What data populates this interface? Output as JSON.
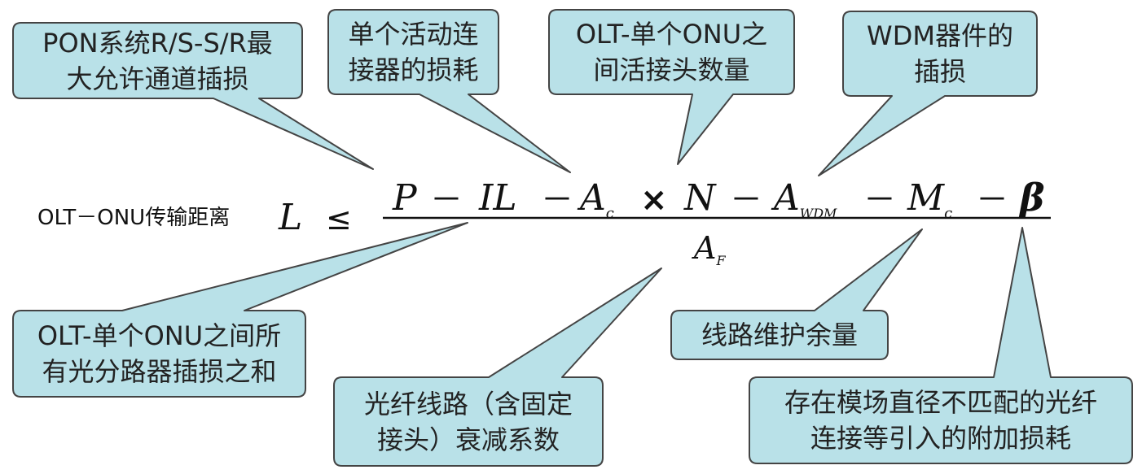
{
  "callouts": {
    "pon_loss": {
      "line1": "PON系统R/S-S/R最",
      "line2": "大允许通道插损"
    },
    "connector_loss": {
      "line1": "单个活动连",
      "line2": "接器的损耗"
    },
    "joint_count": {
      "line1": "OLT-单个ONU之",
      "line2": "间活接头数量"
    },
    "wdm_loss": {
      "line1": "WDM器件的",
      "line2": "插损"
    },
    "splitter_loss": {
      "line1": "OLT-单个ONU之间所",
      "line2": "有光分路器插损之和"
    },
    "fiber_atten": {
      "line1": "光纤线路（含固定",
      "line2": "接头）衰减系数"
    },
    "margin": {
      "line1": "线路维护余量"
    },
    "extra_loss": {
      "line1": "存在模场直径不匹配的光纤",
      "line2": "连接等引入的附加损耗"
    }
  },
  "formula": {
    "lhs_label": "OLT－ONU传输距离",
    "L": "L",
    "le": "≤",
    "P": "P",
    "IL": "IL",
    "A": "A",
    "c": "c",
    "times": "×",
    "N": "N",
    "WDM": "WDM",
    "M": "M",
    "beta": "β",
    "minus": "－",
    "F": "F"
  },
  "colors": {
    "callout_fill": "#b9e1e8",
    "callout_stroke": "#444444"
  }
}
